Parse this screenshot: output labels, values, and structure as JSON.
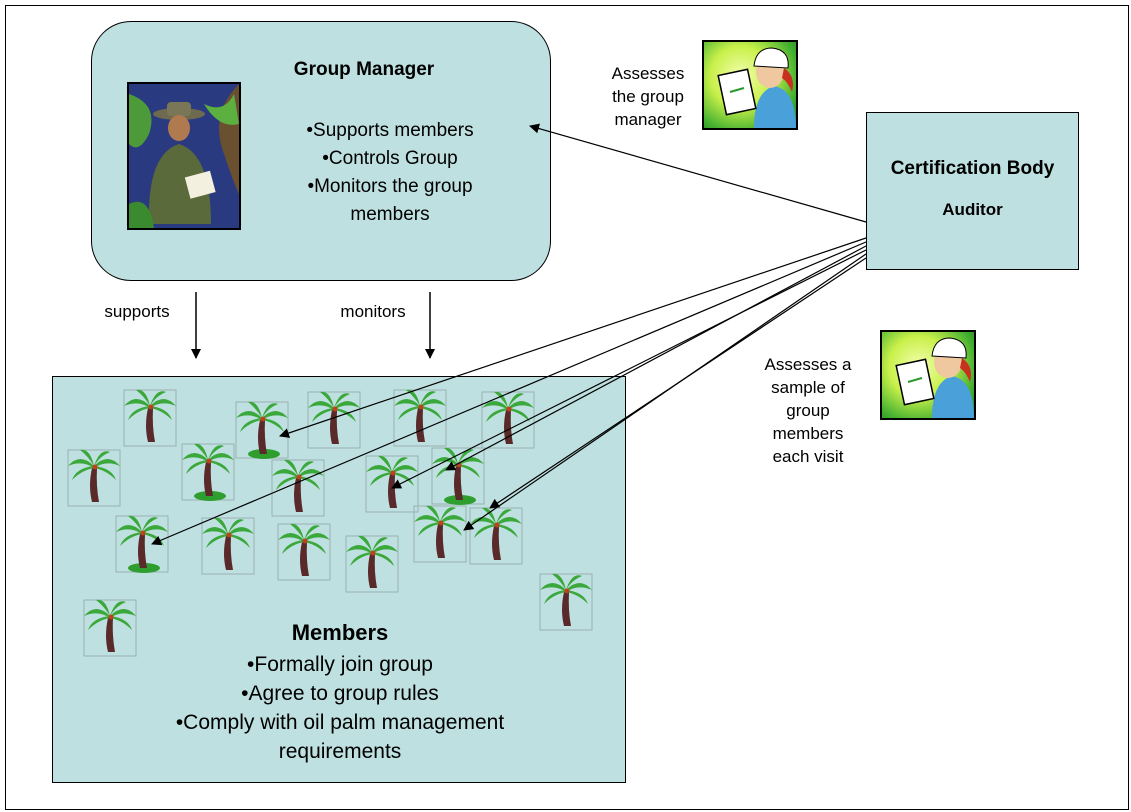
{
  "group_manager": {
    "title": "Group Manager",
    "items": [
      "•Supports members",
      "•Controls Group",
      "•Monitors the group",
      "members"
    ]
  },
  "certification_body": {
    "title": "Certification Body",
    "subtitle": "Auditor"
  },
  "members": {
    "title": "Members",
    "items": [
      "•Formally join group",
      "•Agree to group rules",
      "•Comply with oil palm management",
      "requirements"
    ]
  },
  "arrows": {
    "supports_label": "supports",
    "monitors_label": "monitors"
  },
  "auditor_notes": {
    "manager_assess": [
      "Assesses",
      "the group",
      "manager"
    ],
    "sample_assess": [
      "Assesses a",
      "sample of",
      "group",
      "members",
      "each visit"
    ]
  },
  "colors": {
    "box_fill": "#bfe0e0",
    "palm_frond": "#3aa83a",
    "palm_trunk": "#5a2a2a",
    "ground": "#2e9e2e"
  },
  "icons": {
    "auditor_clipboard": "auditor-clipboard-icon",
    "ranger": "ranger-with-notepad-icon",
    "palm": "palm-tree-icon"
  }
}
